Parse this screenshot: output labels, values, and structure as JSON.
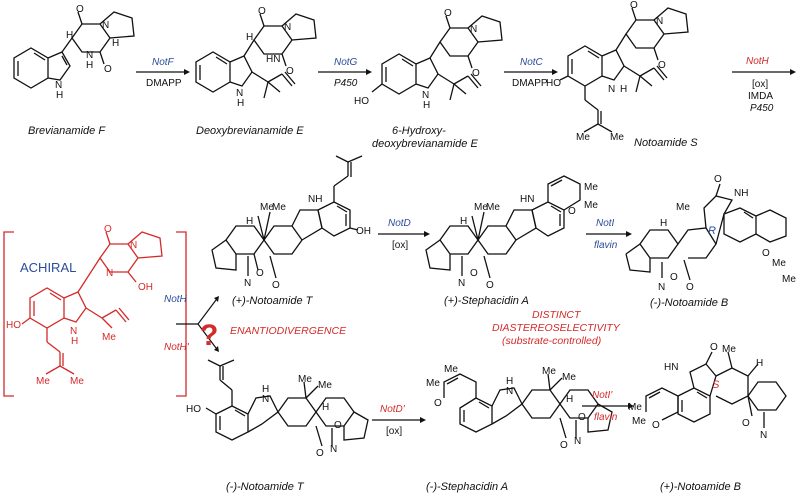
{
  "compounds": {
    "brevianamide_f": "Brevianamide F",
    "deoxybrevianamide_e": "Deoxybrevianamide E",
    "hydroxy_deoxy_line1": "6-Hydroxy-",
    "hydroxy_deoxy_line2": "deoxybrevianamide E",
    "notoamide_s": "Notoamide S",
    "notoamide_t_plus": "(+)-Notoamide T",
    "stephacidin_a_plus": "(+)-Stephacidin A",
    "notoamide_b_minus": "(-)-Notoamide B",
    "notoamide_t_minus": "(-)-Notoamide T",
    "stephacidin_a_minus": "(-)-Stephacidin A",
    "notoamide_b_plus": "(+)-Notoamide B"
  },
  "steps": {
    "s1_enzyme": "NotF",
    "s1_cond": "DMAPP",
    "s2_enzyme": "NotG",
    "s2_cond": "P450",
    "s3_enzyme": "NotC",
    "s3_cond": "DMAPP",
    "s4_enzyme": "NotH",
    "s4_cond1": "[ox]",
    "s4_cond2": "IMDA",
    "s4_cond3": "P450",
    "top_enzyme_d": "NotD",
    "top_cond_d": "[ox]",
    "top_enzyme_i": "NotI",
    "top_cond_i": "flavin",
    "bot_enzyme_d": "NotD'",
    "bot_cond_d": "[ox]",
    "bot_enzyme_i": "NotI'",
    "bot_cond_i": "flavin",
    "branch_top": "NotH",
    "branch_bottom": "NotH'"
  },
  "notes": {
    "achiral": "ACHIRAL",
    "enantiodivergence": "ENANTIODIVERGENCE",
    "distinct1": "DISTINCT",
    "distinct2": "DIASTEREOSELECTIVITY",
    "distinct3": "(substrate-controlled)",
    "question": "?"
  },
  "atoms": {
    "O": "O",
    "N": "N",
    "H": "H",
    "NH": "NH",
    "HN": "HN",
    "H_N": "H",
    "HO": "HO",
    "OH": "OH",
    "Me": "Me",
    "R": "R",
    "S": "S"
  },
  "colors": {
    "red": "#d42a2a",
    "blue": "#2b4c9b",
    "black": "#111111"
  }
}
